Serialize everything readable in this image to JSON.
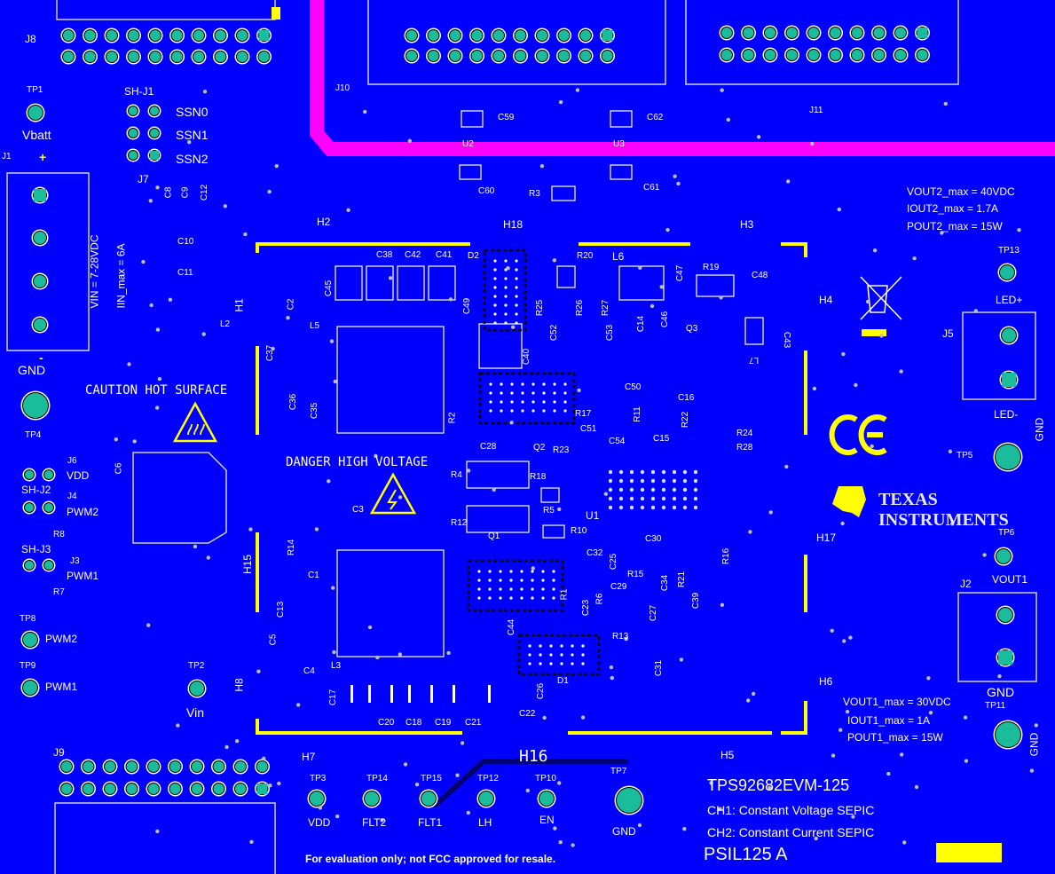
{
  "colors": {
    "board": "#0000ff",
    "silkscreen": "#ffffff",
    "copper_yellow": "#ffff00",
    "keepout_magenta": "#ff00ff",
    "pad": "#1abc9c",
    "via": "#bdbdbd"
  },
  "header_labels": {
    "j8": "J8",
    "j10": "J10",
    "j11": "J11",
    "j7": "J7",
    "j9": "J9",
    "sh_j1": "SH-J1",
    "ssn0": "SSN0",
    "ssn1": "SSN1",
    "ssn2": "SSN2",
    "c59": "C59",
    "c62": "C62",
    "u2": "U2",
    "u3": "U3",
    "c60": "C60",
    "c61": "C61",
    "r3": "R3"
  },
  "left_labels": {
    "tp1": "TP1",
    "vbatt": "Vbatt",
    "plus": "+",
    "j1": "J1",
    "c8": "C8",
    "c9": "C9",
    "c12": "C12",
    "c10": "C10",
    "c11": "C11",
    "vin_range": "VIN = 7-28VDC",
    "iin_max": "IIN_max = 6A",
    "h1": "H1",
    "l2": "L2",
    "minus": "-",
    "gnd": "GND",
    "tp4": "TP4",
    "caution": "CAUTION HOT SURFACE",
    "j6": "J6",
    "vdd": "VDD",
    "sh_j2": "SH-J2",
    "j4": "J4",
    "pwm2": "PWM2",
    "r8": "R8",
    "sh_j3": "SH-J3",
    "j3": "J3",
    "pwm1": "PWM1",
    "r7": "R7",
    "tp8": "TP8",
    "tp8_name": "PWM2",
    "tp9": "TP9",
    "tp9_name": "PWM1",
    "tp2": "TP2",
    "vin": "Vin",
    "h8": "H8",
    "c6": "C6"
  },
  "center_labels": {
    "h2": "H2",
    "h18": "H18",
    "h3": "H3",
    "h4": "H4",
    "h15": "H15",
    "h17": "H17",
    "h6": "H6",
    "h7": "H7",
    "h5": "H5",
    "h16": "H16",
    "c38": "C38",
    "c42": "C42",
    "c41": "C41",
    "d2": "D2",
    "r20": "R20",
    "l6": "L6",
    "c47": "C47",
    "r19": "R19",
    "c48": "C48",
    "c45": "C45",
    "c2": "C2",
    "l5": "L5",
    "c49": "C49",
    "r25": "R25",
    "r26": "R26",
    "r27": "R27",
    "c52": "C52",
    "c53": "C53",
    "c14": "C14",
    "c46": "C46",
    "q3": "Q3",
    "c43": "C43",
    "l7": "L7",
    "c37": "C37",
    "c40": "C40",
    "c36": "C36",
    "c35": "C35",
    "r2": "R2",
    "c50": "C50",
    "r17": "R17",
    "r11": "R11",
    "c16": "C16",
    "r22": "R22",
    "c51": "C51",
    "c54": "C54",
    "c15": "C15",
    "r24": "R24",
    "r28": "R28",
    "c28": "C28",
    "q2": "Q2",
    "r23": "R23",
    "danger": "DANGER HIGH VOLTAGE",
    "r4": "R4",
    "r18": "R18",
    "c3": "C3",
    "r12": "R12",
    "r5": "R5",
    "u1": "U1",
    "q1": "Q1",
    "r10": "R10",
    "c30": "C30",
    "c32": "C32",
    "c25": "C25",
    "r15": "R15",
    "r14": "R14",
    "c1": "C1",
    "r1": "R1",
    "c34": "C34",
    "r21": "R21",
    "r16": "R16",
    "c29": "C29",
    "r6": "R6",
    "c23": "C23",
    "c27": "C27",
    "c39": "C39",
    "c13": "C13",
    "c44": "C44",
    "r13": "R13",
    "c5": "C5",
    "c4": "C4",
    "l3": "L3",
    "d1": "D1",
    "c31": "C31",
    "c17": "C17",
    "c26": "C26",
    "c22": "C22",
    "c20": "C20",
    "c18": "C18",
    "c19": "C19",
    "c21": "C21"
  },
  "right_labels": {
    "vout2": "VOUT2_max = 40VDC",
    "iout2": "IOUT2_max = 1.7A",
    "pout2": "POUT2_max = 15W",
    "tp13": "TP13",
    "led_plus": "LED+",
    "j5": "J5",
    "led_minus": "LED-",
    "gnd_r1": "GND",
    "ce": "CE",
    "tp5": "TP5",
    "texas": "TEXAS",
    "instruments": "INSTRUMENTS",
    "tp6": "TP6",
    "vout1": "VOUT1",
    "j2": "J2",
    "gnd_r2": "GND",
    "vout1_max": "VOUT1_max = 30VDC",
    "iout1": "IOUT1_max = 1A",
    "pout1": "POUT1_max = 15W",
    "tp11": "TP11",
    "gnd_r3": "GND"
  },
  "bottom_labels": {
    "tp3": "TP3",
    "tp3_name": "VDD",
    "tp14": "TP14",
    "tp14_name": "FLT2",
    "tp15": "TP15",
    "tp15_name": "FLT1",
    "tp12": "TP12",
    "tp12_name": "LH",
    "tp10": "TP10",
    "tp10_name": "EN",
    "tp7": "TP7",
    "tp7_name": "GND",
    "title": "TPS92682EVM-125",
    "ch1": "CH1:  Constant Voltage SEPIC",
    "ch2": "CH2:  Constant Current SEPIC",
    "rev": "PSIL125 A",
    "disclaimer": "For evaluation only; not FCC approved for resale."
  }
}
